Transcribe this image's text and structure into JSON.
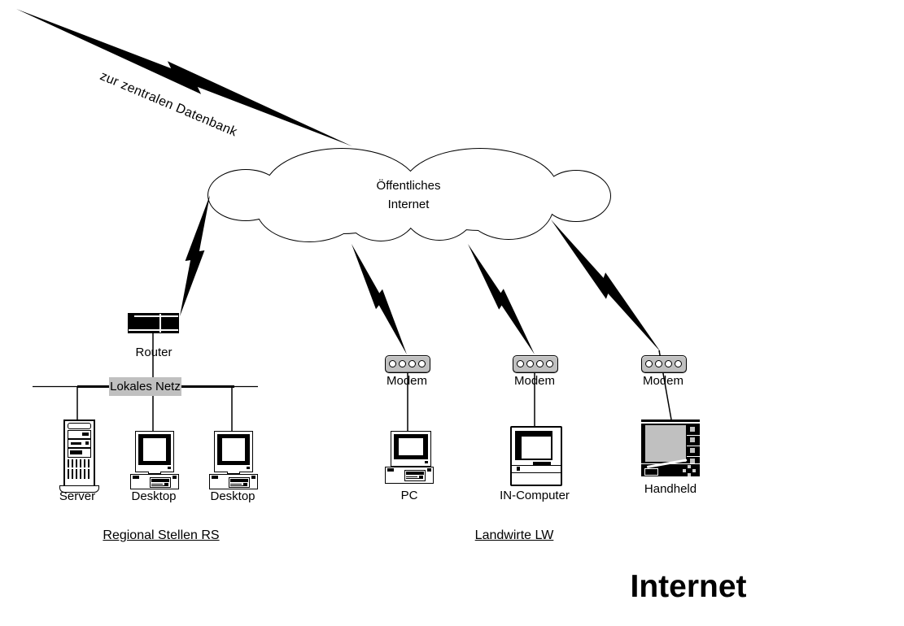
{
  "diagram": {
    "title": "Internet",
    "remote_link_label": "zur zentralen Datenbank",
    "cloud": {
      "line1": "Öffentliches",
      "line2": "Internet"
    },
    "router": {
      "label": "Router"
    },
    "lan": {
      "label": "Lokales Netz"
    },
    "nodes": {
      "server": "Server",
      "desktop1": "Desktop",
      "desktop2": "Desktop",
      "modem1": "Modem",
      "modem2": "Modem",
      "modem3": "Modem",
      "pc": "PC",
      "in_computer": "IN-Computer",
      "handheld": "Handheld"
    },
    "groups": {
      "regional": "Regional Stellen RS",
      "farmers": "Landwirte LW"
    },
    "icons": {
      "cloud": "internet-cloud-icon",
      "lightning": "comm-link-bolt-icon",
      "router": "router-icon",
      "modem": "modem-icon",
      "server": "server-tower-icon",
      "desktop": "desktop-computer-icon",
      "pc": "pc-icon",
      "in_computer": "all-in-one-computer-icon",
      "handheld": "handheld-pda-icon"
    },
    "colors": {
      "line": "#000000",
      "device_gray": "#c0c0c0",
      "background": "#ffffff"
    }
  }
}
